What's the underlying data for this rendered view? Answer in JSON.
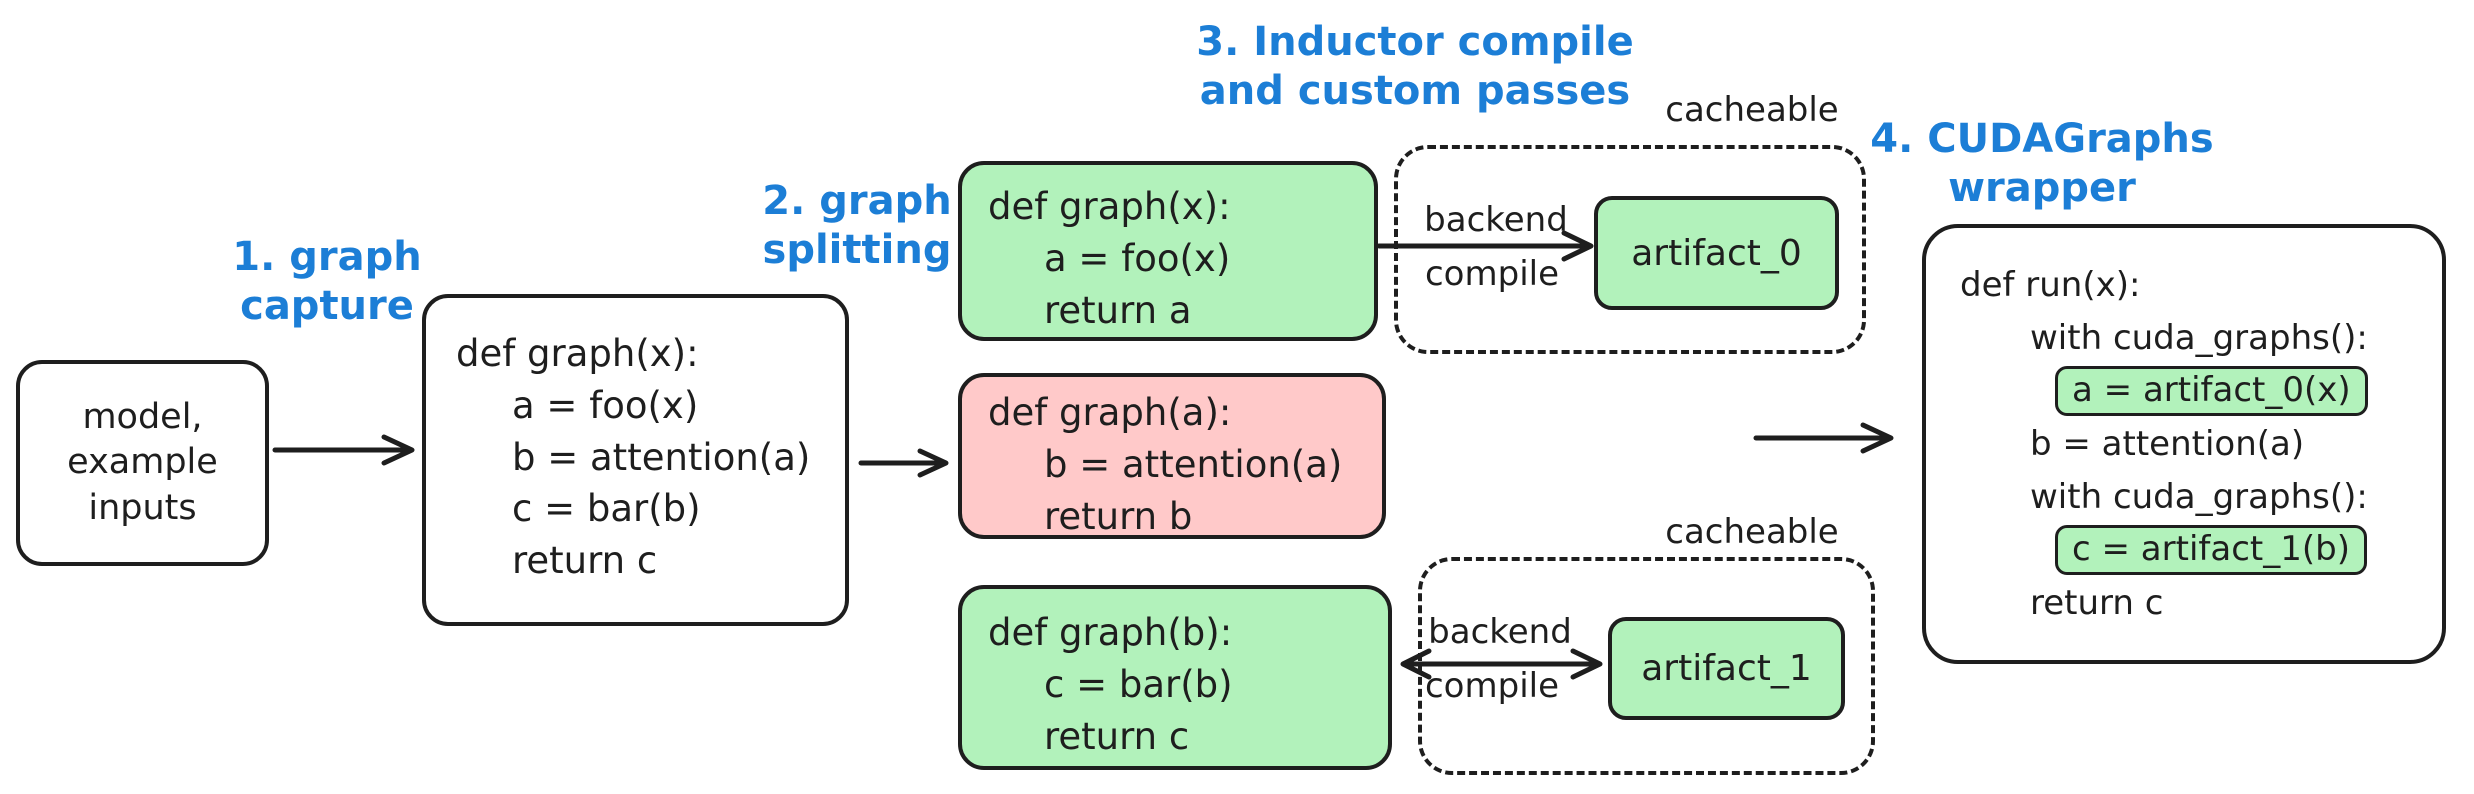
{
  "colors": {
    "stroke": "#1e1e1e",
    "green_fill": "#b2f2bb",
    "red_fill": "#ffc9c9",
    "step_label_blue": "#1c7ed6",
    "background": "#ffffff"
  },
  "step_labels": {
    "step1": {
      "line1": "1. graph",
      "line2": "capture"
    },
    "step2": {
      "line1": "2. graph",
      "line2": "splitting"
    },
    "step3": {
      "line1": "3. Inductor compile",
      "line2": "and custom passes"
    },
    "step4": {
      "line1": "4. CUDAGraphs",
      "line2": "wrapper"
    }
  },
  "model_box": {
    "line1": "model,",
    "line2": "example",
    "line3": "inputs"
  },
  "captured_graph_box": {
    "line1": "def graph(x):",
    "line2": "a = foo(x)",
    "line3": "b = attention(a)",
    "line4": "c = bar(b)",
    "line5": "return c"
  },
  "split_graph_boxes": {
    "graph_a": {
      "line1": "def graph(x):",
      "line2": "a = foo(x)",
      "line3": "return a"
    },
    "graph_b": {
      "line1": "def graph(a):",
      "line2": "b = attention(a)",
      "line3": "return b"
    },
    "graph_c": {
      "line1": "def graph(b):",
      "line2": "c = bar(b)",
      "line3": "return c"
    }
  },
  "cacheable_top": {
    "title": "cacheable",
    "arrow_label_line1": "backend",
    "arrow_label_line2": "compile",
    "artifact_label": "artifact_0"
  },
  "cacheable_bottom": {
    "title": "cacheable",
    "arrow_label_line1": "backend",
    "arrow_label_line2": "compile",
    "artifact_label": "artifact_1"
  },
  "run_box": {
    "line1": "def run(x):",
    "line2": "with cuda_graphs():",
    "line3": "a = artifact_0(x)",
    "line4": "b = attention(a)",
    "line5": "with cuda_graphs():",
    "line6": "c = artifact_1(b)",
    "line7": "return c"
  }
}
